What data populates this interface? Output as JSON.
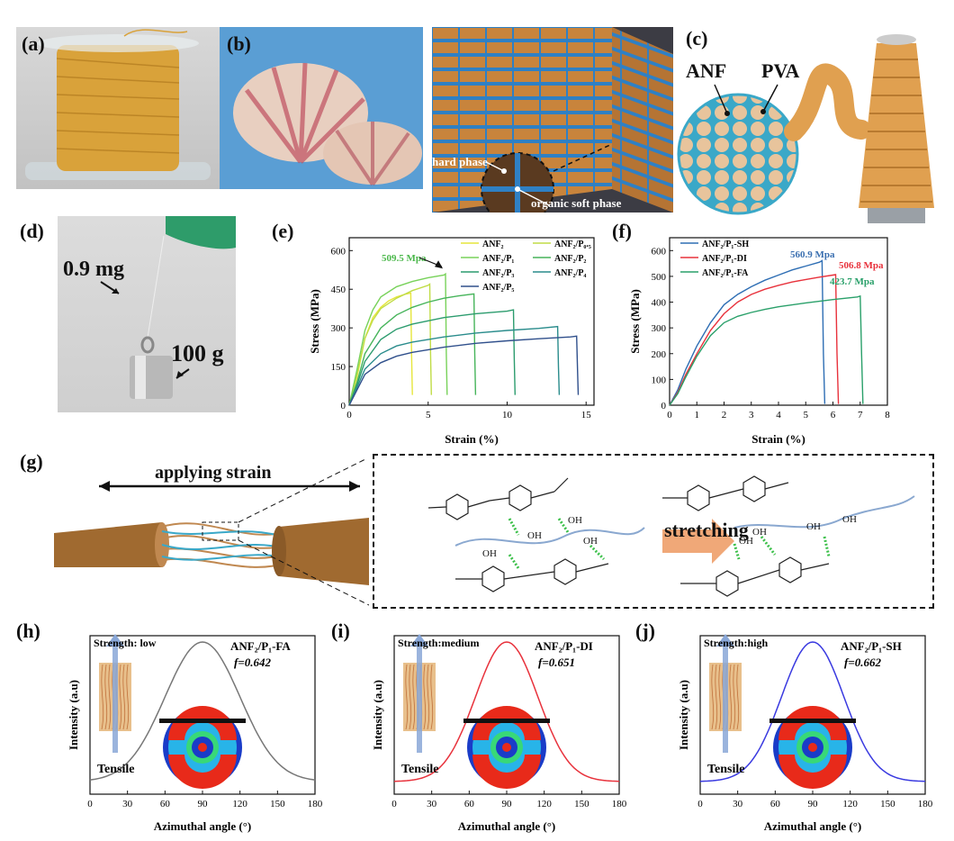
{
  "panels": {
    "a": "(a)",
    "b": "(b)",
    "c": "(c)",
    "d": "(d)",
    "e": "(e)",
    "f": "(f)",
    "g": "(g)",
    "h": "(h)",
    "i": "(i)",
    "j": "(j)"
  },
  "b_labels": {
    "hard": "hard phase",
    "soft": "organic soft phase"
  },
  "c_labels": {
    "anf": "ANF",
    "pva": "PVA"
  },
  "d_labels": {
    "mass_small": "0.9 mg",
    "mass_big": "100 g"
  },
  "g_labels": {
    "strain": "applying strain",
    "stretch": "stretching"
  },
  "colors": {
    "green_ann": "#4cb84c",
    "blue_ann": "#3a6fb0",
    "red_ann": "#e8323c",
    "teal_ann": "#2aa06a",
    "fiber": "#a06a30"
  },
  "chart_data": [
    {
      "id": "e",
      "type": "line",
      "xlabel": "Strain (%)",
      "ylabel": "Stress (MPa)",
      "xlim": [
        0,
        15.5
      ],
      "ylim": [
        0,
        650
      ],
      "xticks": [
        0,
        5,
        10,
        15
      ],
      "yticks": [
        0,
        150,
        300,
        450,
        600
      ],
      "annotation": {
        "text": "509.5 Mpa",
        "x": 6.1,
        "y": 509.5
      },
      "series": [
        {
          "name": "ANF₂",
          "color": "#e6e63c",
          "x": [
            0,
            0.5,
            1,
            1.5,
            2,
            2.5,
            3,
            3.5,
            3.9,
            3.95,
            4.0
          ],
          "y": [
            0,
            110,
            260,
            340,
            380,
            405,
            420,
            430,
            435,
            200,
            40
          ]
        },
        {
          "name": "ANF₂/P₀.₅",
          "color": "#c0dc46",
          "x": [
            0,
            0.5,
            1,
            1.5,
            2,
            3,
            4,
            5,
            5.1,
            5.15,
            5.2
          ],
          "y": [
            0,
            120,
            260,
            330,
            375,
            415,
            445,
            465,
            470,
            200,
            40
          ]
        },
        {
          "name": "ANF₂/P₁",
          "color": "#78d25a",
          "x": [
            0,
            0.5,
            1,
            1.5,
            2,
            3,
            4,
            5,
            6,
            6.1,
            6.15,
            6.2
          ],
          "y": [
            0,
            140,
            290,
            370,
            420,
            460,
            480,
            495,
            505,
            509.5,
            200,
            40
          ]
        },
        {
          "name": "ANF₂/P₂",
          "color": "#46b45a",
          "x": [
            0,
            0.5,
            1,
            2,
            3,
            4,
            5,
            6,
            7,
            7.9,
            7.95,
            8.0
          ],
          "y": [
            0,
            90,
            200,
            300,
            350,
            380,
            400,
            415,
            425,
            432,
            200,
            40
          ]
        },
        {
          "name": "ANF₂/P₃",
          "color": "#2c9c6e",
          "x": [
            0,
            0.5,
            1,
            2,
            3,
            4,
            6,
            8,
            10,
            10.4,
            10.45,
            10.5
          ],
          "y": [
            0,
            80,
            170,
            255,
            295,
            315,
            340,
            355,
            365,
            370,
            180,
            40
          ]
        },
        {
          "name": "ANF₂/P₄",
          "color": "#2a8c8c",
          "x": [
            0,
            0.5,
            1,
            2,
            3,
            4,
            6,
            8,
            10,
            12,
            13.2,
            13.25,
            13.3
          ],
          "y": [
            0,
            70,
            140,
            200,
            230,
            245,
            265,
            280,
            290,
            298,
            305,
            150,
            40
          ]
        },
        {
          "name": "ANF₂/P₅",
          "color": "#30508c",
          "x": [
            0,
            0.5,
            1,
            2,
            3,
            4,
            6,
            8,
            10,
            12,
            14,
            14.4,
            14.45,
            14.5
          ],
          "y": [
            0,
            60,
            120,
            165,
            190,
            205,
            225,
            240,
            250,
            258,
            265,
            268,
            150,
            40
          ]
        }
      ]
    },
    {
      "id": "f",
      "type": "line",
      "xlabel": "Strain (%)",
      "ylabel": "Stress (MPa)",
      "xlim": [
        0,
        8
      ],
      "ylim": [
        0,
        650
      ],
      "xticks": [
        0,
        1,
        2,
        3,
        4,
        5,
        6,
        7,
        8
      ],
      "yticks": [
        0,
        100,
        200,
        300,
        400,
        500,
        600
      ],
      "series": [
        {
          "name": "ANF₂/P₁-SH",
          "color": "#2e6eb4",
          "x": [
            0,
            0.3,
            0.6,
            1,
            1.5,
            2,
            2.5,
            3,
            3.5,
            4,
            4.5,
            5,
            5.5,
            5.6,
            5.65,
            5.7
          ],
          "y": [
            0,
            60,
            140,
            230,
            320,
            390,
            430,
            460,
            485,
            505,
            525,
            540,
            555,
            560.9,
            200,
            5
          ]
        },
        {
          "name": "ANF₂/P₁-DI",
          "color": "#e8323c",
          "x": [
            0,
            0.3,
            0.6,
            1,
            1.5,
            2,
            2.5,
            3,
            3.5,
            4,
            4.5,
            5,
            5.5,
            6.0,
            6.1,
            6.15,
            6.2
          ],
          "y": [
            0,
            50,
            120,
            200,
            290,
            355,
            400,
            430,
            450,
            465,
            478,
            488,
            497,
            505,
            506.8,
            200,
            5
          ]
        },
        {
          "name": "ANF₂/P₁-FA",
          "color": "#2aa06a",
          "x": [
            0,
            0.3,
            0.6,
            1,
            1.5,
            2,
            2.5,
            3,
            3.5,
            4,
            5,
            6,
            6.9,
            7.0,
            7.05,
            7.1
          ],
          "y": [
            0,
            45,
            110,
            190,
            270,
            320,
            345,
            360,
            372,
            382,
            397,
            410,
            420,
            423.7,
            200,
            5
          ]
        }
      ],
      "annotations": [
        {
          "text": "560.9 Mpa",
          "color": "#3a6fb0"
        },
        {
          "text": "506.8 Mpa",
          "color": "#e8323c"
        },
        {
          "text": "423.7 Mpa",
          "color": "#2aa06a"
        }
      ]
    },
    {
      "id": "h",
      "type": "line",
      "xlabel": "Azimuthal angle (°)",
      "ylabel": "Intensity (a.u)",
      "xlim": [
        0,
        180
      ],
      "xticks": [
        0,
        30,
        60,
        90,
        120,
        150,
        180
      ],
      "center": 90,
      "sigma": 30,
      "color": "#777777",
      "strength": "Strength: low",
      "sample": "ANF₂/P₁-FA",
      "f_label": "f=0.642",
      "tensile": "Tensile"
    },
    {
      "id": "i",
      "type": "line",
      "xlabel": "Azimuthal angle (°)",
      "ylabel": "Intensity (a.u)",
      "xlim": [
        0,
        180
      ],
      "xticks": [
        0,
        30,
        60,
        90,
        120,
        150,
        180
      ],
      "center": 90,
      "sigma": 25,
      "color": "#e8323c",
      "strength": "Strength:medium",
      "sample": "ANF₂/P₁-DI",
      "f_label": "f=0.651",
      "tensile": "Tensile"
    },
    {
      "id": "j",
      "type": "line",
      "xlabel": "Azimuthal angle (°)",
      "ylabel": "Intensity (a.u)",
      "xlim": [
        0,
        180
      ],
      "xticks": [
        0,
        30,
        60,
        90,
        120,
        150,
        180
      ],
      "center": 90,
      "sigma": 25,
      "color": "#3a3ae0",
      "strength": "Strength:high",
      "sample": "ANF₂/P₁-SH",
      "f_label": "f=0.662",
      "tensile": "Tensile"
    }
  ]
}
